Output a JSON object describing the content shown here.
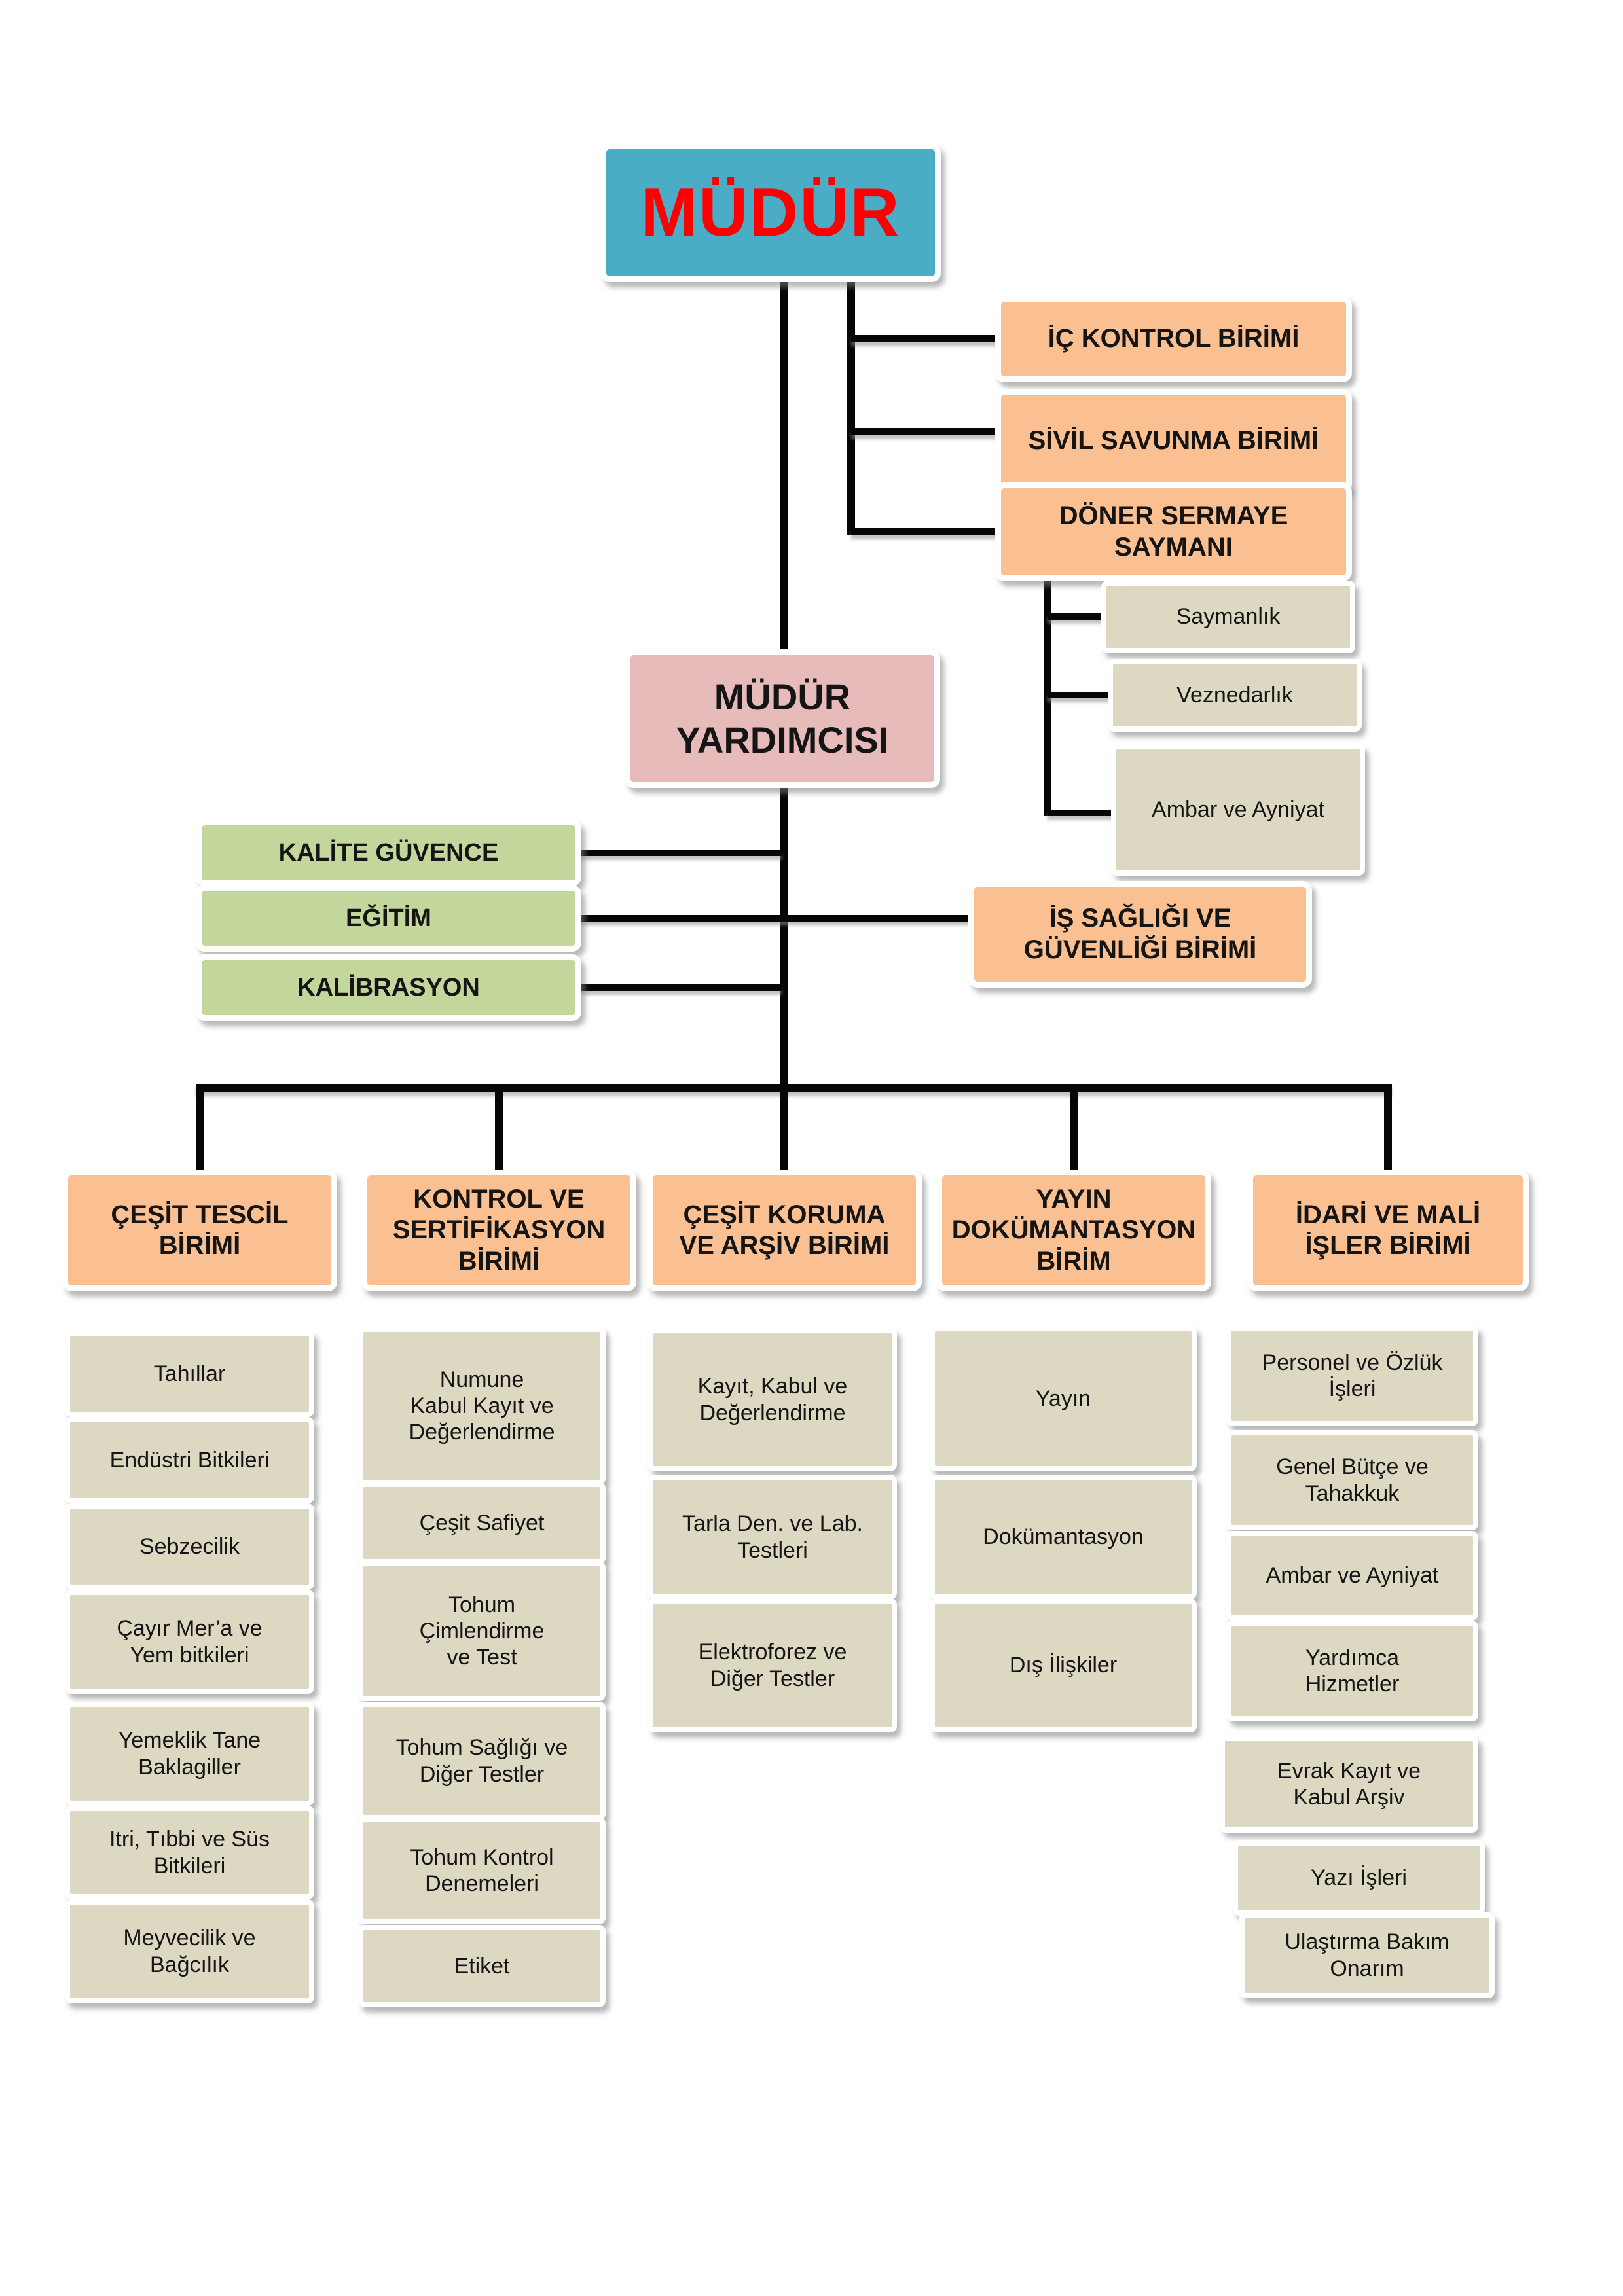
{
  "org": {
    "root": "MÜDÜR",
    "staff": [
      "İÇ KONTROL BİRİMİ",
      "SİVİL SAVUNMA BİRİMİ",
      "DÖNER SERMAYE SAYMANI"
    ],
    "treasury": [
      "Saymanlık",
      "Veznedarlık",
      "Ambar ve Ayniyat"
    ],
    "deputy": "MÜDÜR YARDIMCISI",
    "quality": [
      "KALİTE GÜVENCE",
      "EĞİTİM",
      "KALİBRASYON"
    ],
    "safety": "İŞ SAĞLIĞI VE GÜVENLİĞİ BİRİMİ",
    "departments": [
      {
        "label": "ÇEŞİT TESCİL BİRİMİ",
        "children": [
          "Tahıllar",
          "Endüstri Bitkileri",
          "Sebzecilik",
          "Çayır Mer’a ve Yem bitkileri",
          "Yemeklik Tane Baklagiller",
          "Itri, Tıbbi ve Süs Bitkileri",
          "Meyvecilik ve Bağcılık"
        ]
      },
      {
        "label": "KONTROL VE SERTİFİKASYON BİRİMİ",
        "children": [
          "Numune Kabul Kayıt ve Değerlendirme",
          "Çeşit Safiyet",
          "Tohum Çimlendirme ve Test",
          "Tohum Sağlığı ve Diğer Testler",
          "Tohum Kontrol Denemeleri",
          "Etiket"
        ]
      },
      {
        "label": "ÇEŞİT KORUMA VE ARŞİV BİRİMİ",
        "children": [
          "Kayıt, Kabul ve Değerlendirme",
          "Tarla Den. ve Lab. Testleri",
          "Elektroforez ve Diğer Testler"
        ]
      },
      {
        "label": "YAYIN DOKÜMANTASYON BİRİM",
        "children": [
          "Yayın",
          "Dokümantasyon",
          "Dış İlişkiler"
        ]
      },
      {
        "label": "İDARİ VE MALİ İŞLER BİRİMİ",
        "children": [
          "Personel ve Özlük İşleri",
          "Genel Bütçe ve Tahakkuk",
          "Ambar ve Ayniyat",
          "Yardımca Hizmetler",
          "Evrak Kayıt ve Kabul Arşiv",
          "Yazı İşleri",
          "Ulaştırma Bakım Onarım"
        ]
      }
    ],
    "colors": {
      "root_fill": "#4BACC6",
      "root_text": "#FE0000",
      "staff_fill": "#FBC091",
      "deputy_fill": "#E7BBBA",
      "quality_fill": "#C3D69B",
      "sub_fill": "#DCD8C2",
      "connector": "#060606"
    }
  }
}
